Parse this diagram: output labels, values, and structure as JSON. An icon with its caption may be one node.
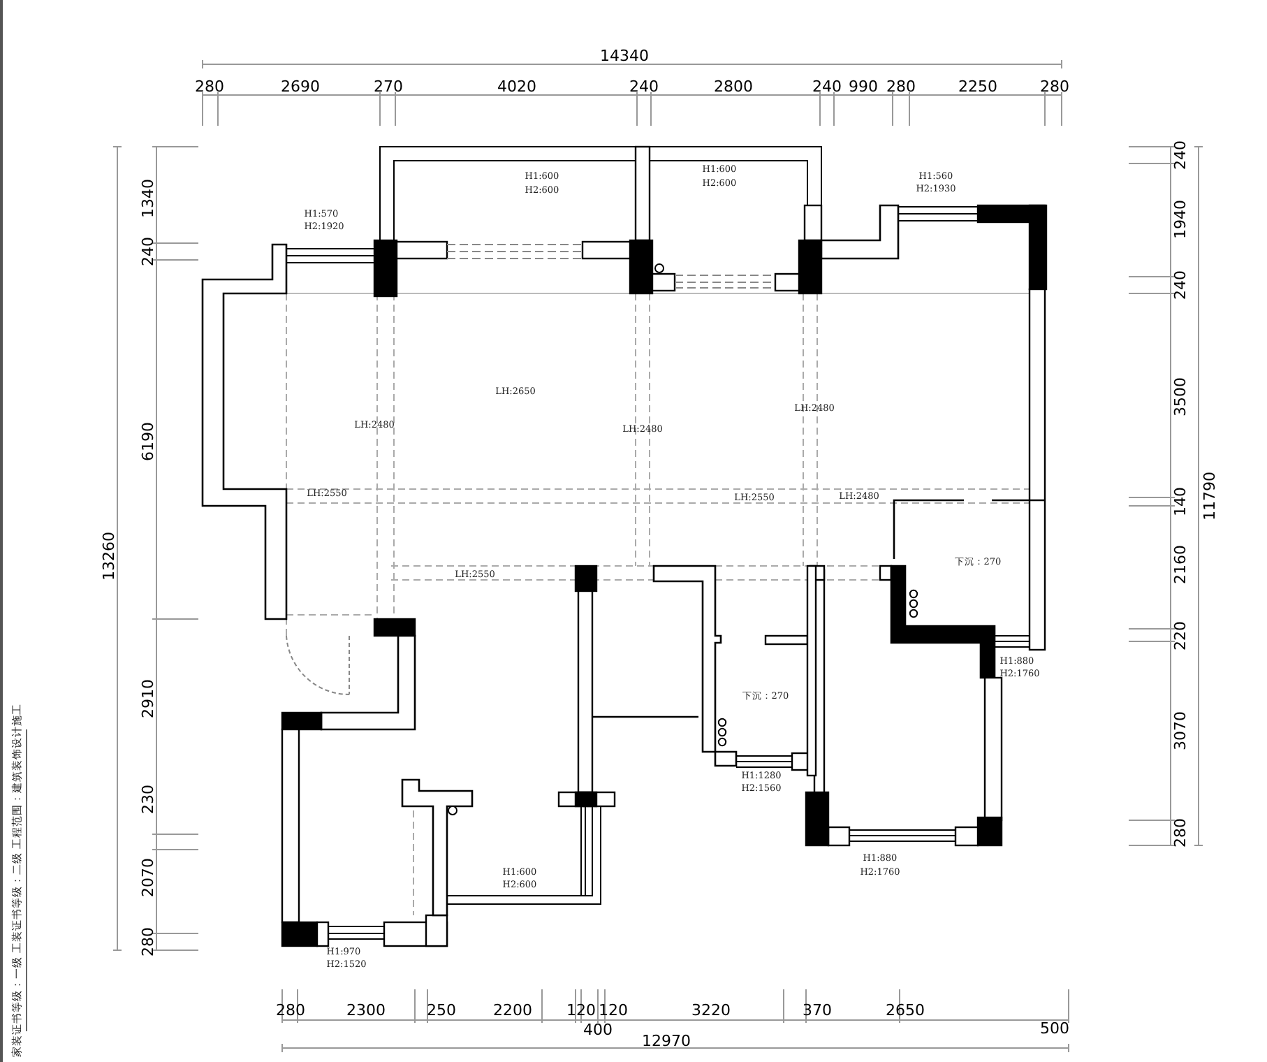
{
  "diagram": {
    "labels": [
      "14340",
      "280",
      "2690",
      "270",
      "4020",
      "240",
      "2800",
      "240",
      "990",
      "280",
      "2250",
      "280",
      "H1:600",
      "H2:600",
      "H1:600",
      "H2:600",
      "H1:560",
      "H2:1930",
      "H1:570",
      "H2:1920",
      "LH:2650",
      "LH:2480",
      "LH:2480",
      "LH:2480",
      "LH:2550",
      "LH:2550",
      "LH:2480",
      "下沉：270",
      "LH:2550",
      "H1:880",
      "H2:1760",
      "下沉：270",
      "H1:1280",
      "H2:1560",
      "H1:600",
      "H2:600",
      "H1:880",
      "H2:1760",
      "H1:970",
      "H2:1520",
      "13260",
      "1340",
      "240",
      "6190",
      "2910",
      "230",
      "2070",
      "280",
      "240",
      "1940",
      "240",
      "3500",
      "140",
      "2160",
      "220",
      "3070",
      "280",
      "11790",
      "280",
      "2300",
      "250",
      "2200",
      "120",
      "120",
      "3220",
      "370",
      "2650",
      "400",
      "500",
      "12970",
      "家装证书等级：一级  工装证书等级：二级  工程范围：建筑装饰设计施工"
    ]
  }
}
